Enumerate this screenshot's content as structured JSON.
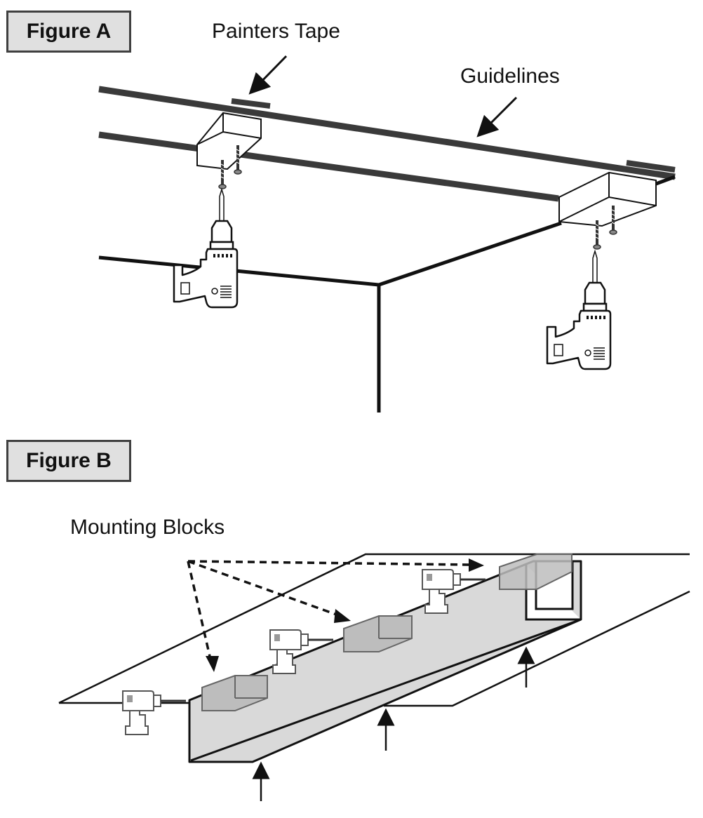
{
  "figures": [
    {
      "label": "Figure A",
      "callouts": {
        "painters_tape": "Painters Tape",
        "guidelines": "Guidelines"
      }
    },
    {
      "label": "Figure B",
      "callouts": {
        "mounting_blocks": "Mounting Blocks"
      }
    }
  ],
  "colors": {
    "ink": "#111111",
    "guideline": "#3a3a3a",
    "label_fill": "#e0e0e0",
    "label_border": "#404040",
    "beam_fill": "#d9d9d9",
    "block_fill": "#bdbdbd"
  }
}
